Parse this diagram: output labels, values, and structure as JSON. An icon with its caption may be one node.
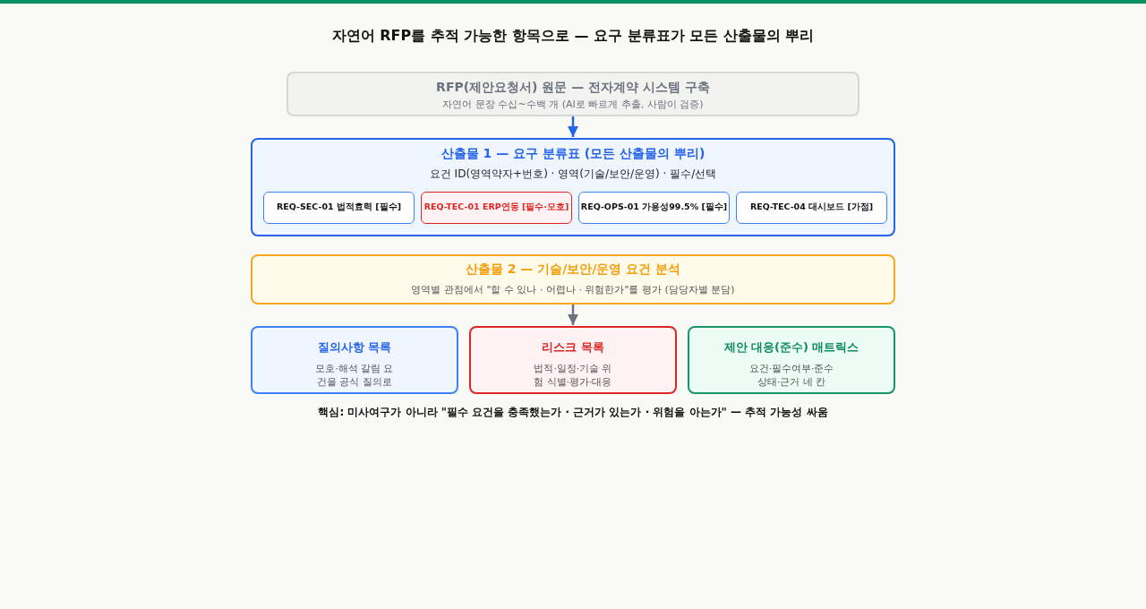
{
  "diagram": {
    "title": "자연어 RFP를 추적 가능한 항목으로 — 요구 분류표가 모든 산출물의 뿌리",
    "nodes": [
      {
        "text": [
          "RFP(제안요청서) 원문 — 전자계약 시스템 구축",
          "자연어 문장 수십~수백 개 (AI로 빠르게 추출, 사람이 검증)"
        ]
      },
      {
        "text": [
          "산출물 1 — 요구 분류표 (모든 산출물의 뿌리)",
          "요건 ID(영역약자+번호) · 영역(기술/보안/운영) · 필수/선택"
        ]
      },
      {
        "text": [
          "REQ-SEC-01 법적효력 [필수]"
        ],
        "in": 1
      },
      {
        "text": [
          "REQ-TEC-01 ERP연동 [필수·모호]"
        ],
        "in": 1
      },
      {
        "text": [
          "REQ-OPS-01 가용성99.5% [필수]"
        ],
        "in": 1
      },
      {
        "text": [
          "REQ-TEC-04 대시보드 [가점]"
        ],
        "in": 1
      },
      {
        "text": [
          "산출물 2 — 기술/보안/운영 요건 분석",
          "영역별 관점에서 \"할 수 있나 · 어렵나 · 위험한가\"를 평가 (담당자별 분담)"
        ]
      },
      {
        "text": [
          "질의사항 목록",
          "모호·해석 갈림 요건을 공식 질의로"
        ]
      },
      {
        "text": [
          "리스크 목록",
          "법적·일정·기술 위험 식별·평가·대응"
        ]
      },
      {
        "text": [
          "제안 대응(준수) 매트릭스",
          "요건·필수여부·준수 상태·근거 네 칸"
        ]
      }
    ],
    "edges": [
      {
        "from": 0,
        "to": 1,
        "arrow": "to",
        "color": "#2563eb"
      },
      {
        "from": 6,
        "to": 8,
        "arrow": "to",
        "color": "#6b7280"
      }
    ],
    "labels": [
      "핵심: 미사여구가 아니라 \"필수 요건을 충족했는가 · 근거가 있는가 · 위험을 아는가\" — 추적 가능성 싸움"
    ]
  }
}
